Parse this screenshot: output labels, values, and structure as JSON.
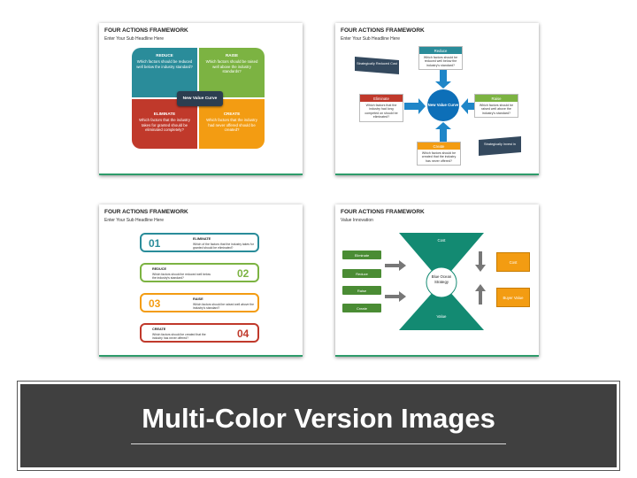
{
  "slides": {
    "s1": {
      "title": "FOUR ACTIONS FRAMEWORK",
      "subtitle": "Enter Your Sub Headline Here",
      "reduce": {
        "head": "REDUCE",
        "text": "Which factors should be reduced well below the industry standard?"
      },
      "raise": {
        "head": "RAISE",
        "text": "Which factors should be raised well above the industry standards?"
      },
      "eliminate": {
        "head": "ELIMINATE",
        "text": "Which factors that the industry takes for granted should be eliminated completely?"
      },
      "create": {
        "head": "CREATE",
        "text": "Which factors that the industry had never offered should be created?"
      },
      "center": "New Value Curve"
    },
    "s2": {
      "title": "FOUR ACTIONS FRAMEWORK",
      "subtitle": "Enter Your Sub Headline Here",
      "reduce": {
        "head": "Reduce",
        "text": "Which factors should be reduced well below the industry's standard?"
      },
      "eliminate": {
        "head": "Eliminate",
        "text": "Which factors that the industry had long competed on should be eliminated?"
      },
      "raise": {
        "head": "Raise",
        "text": "Which factors should be raised well above the industry's standard?"
      },
      "create": {
        "head": "Create",
        "text": "Which factors should be created that the industry has never offered?"
      },
      "center": "New Value Curve",
      "flag_left": "Strategically Reduced Cost",
      "flag_right": "Strategically Invest in"
    },
    "s3": {
      "title": "FOUR ACTIONS FRAMEWORK",
      "subtitle": "Enter Your Sub Headline Here",
      "rows": [
        {
          "num": "01",
          "label": "ELIMINATE",
          "text": "Which of the factors that the industry takes for granted should be eliminated?"
        },
        {
          "num": "02",
          "label": "REDUCE",
          "text": "Which factors should be reduced well below the industry's standard?"
        },
        {
          "num": "03",
          "label": "RAISE",
          "text": "Which factors should be raised well above the industry's standard?"
        },
        {
          "num": "04",
          "label": "CREATE",
          "text": "Which factors should be created that the industry has never offered?"
        }
      ]
    },
    "s4": {
      "title": "FOUR ACTIONS FRAMEWORK",
      "subtitle": "Value Innovation",
      "buttons": [
        "Eliminate",
        "Reduce",
        "Raise",
        "Create"
      ],
      "cost_top": "Cost",
      "value_bottom": "Value",
      "center": "Blue Ocean Strategy",
      "box_cost": "Cost",
      "box_value": "Buyer Value"
    }
  },
  "banner": {
    "title": "Multi-Color Version Images"
  },
  "colors": {
    "teal": "#2a8c9a",
    "green": "#7cb342",
    "red": "#c0392b",
    "orange": "#f39c12",
    "navy": "#2c3e50",
    "blue": "#0d6fb8",
    "banner_bg": "#404040",
    "accent_line": "#2e9c6b"
  }
}
